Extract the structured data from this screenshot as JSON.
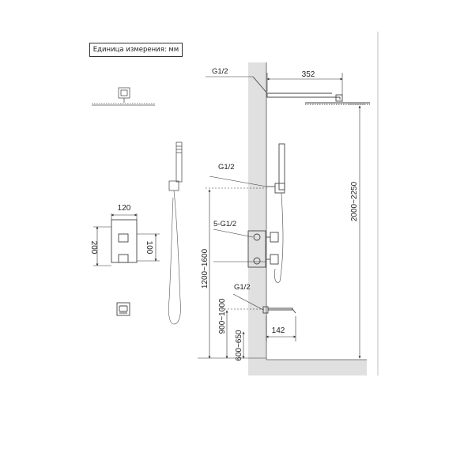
{
  "unit_label": "Единица измерения: мм",
  "labels": {
    "g_top": "G1/2",
    "g_hand": "G1/2",
    "g_valve": "5-G1/2",
    "g_spout": "G1/2"
  },
  "dimensions": {
    "arm_length": "352",
    "panel_width": "120",
    "panel_height": "200",
    "button_spacing": "100",
    "head_height": "2000~2250",
    "valve_height": "1200~1600",
    "spout_height": "900~1000",
    "floor_to_spout": "600~650",
    "spout_length": "142"
  }
}
